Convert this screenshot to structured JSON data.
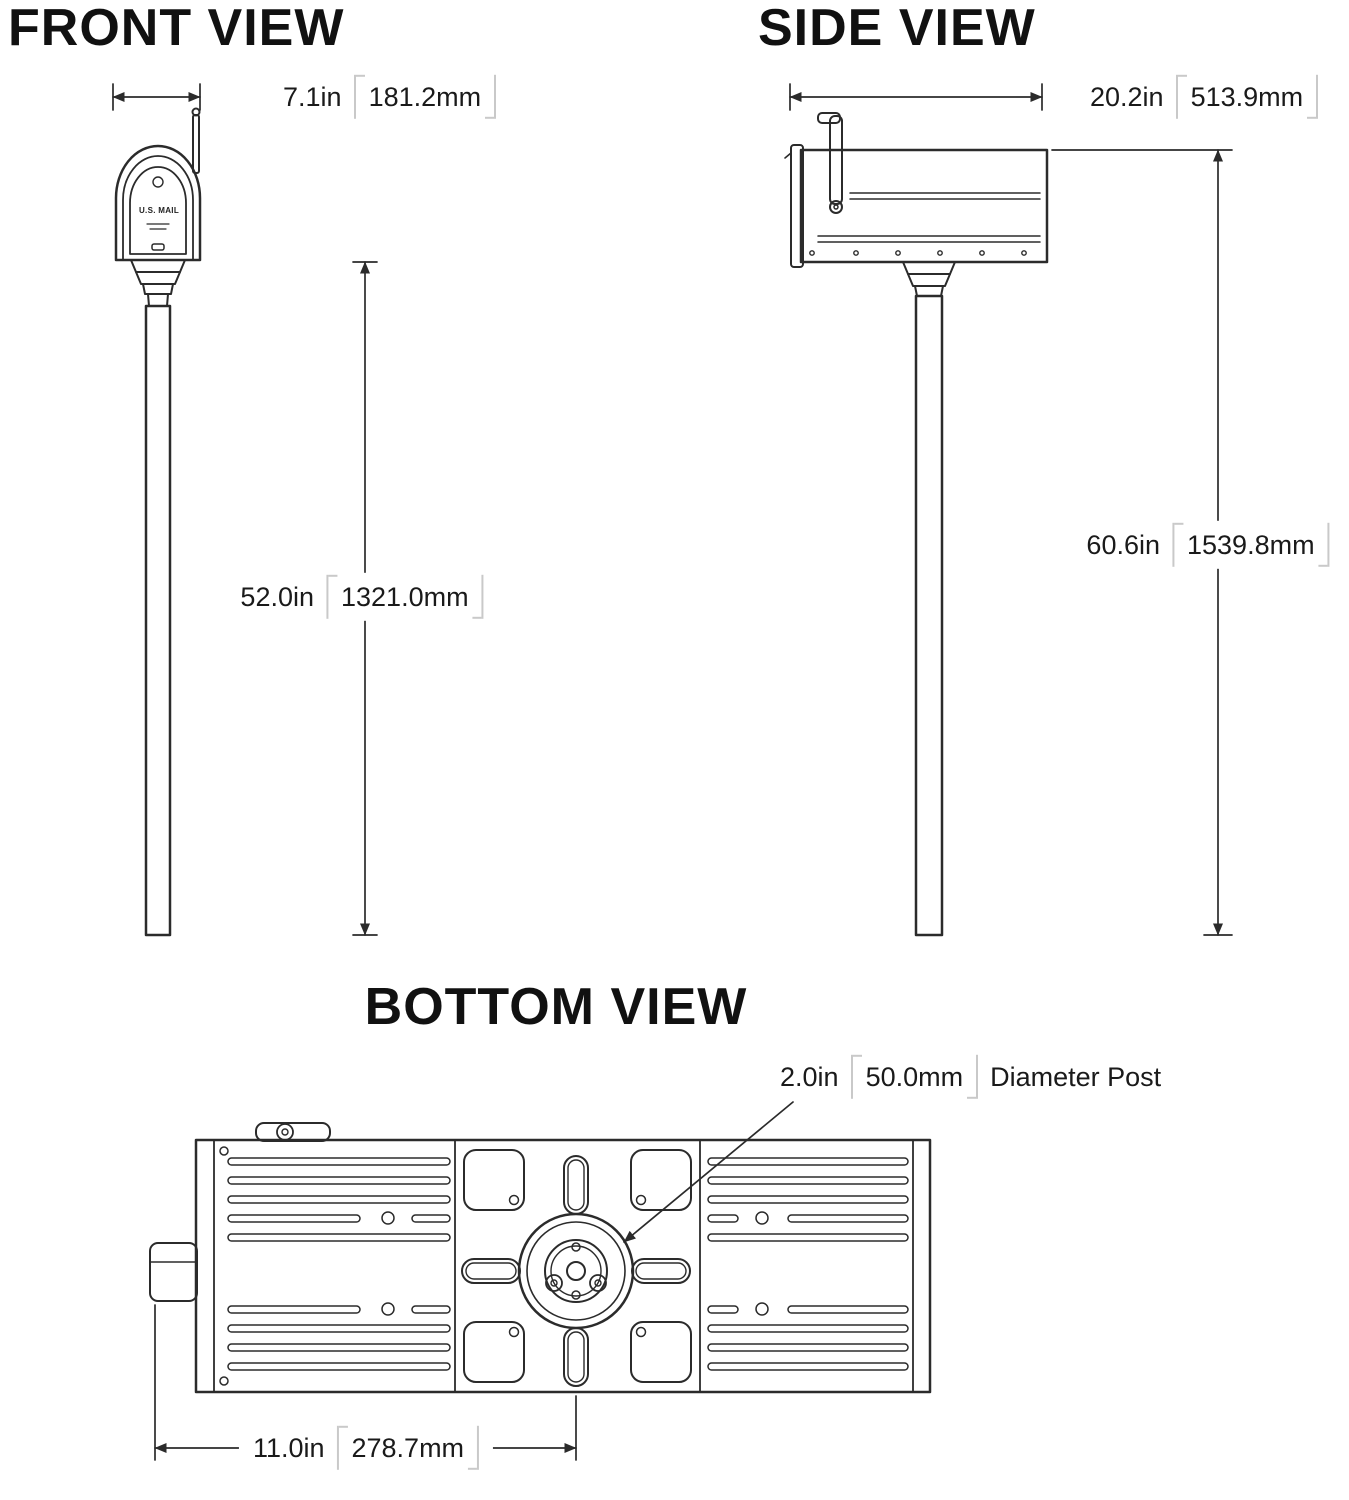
{
  "page": {
    "background": "#ffffff",
    "line_color": "#2b2b2b",
    "bracket_color": "#c9c9c9"
  },
  "views": {
    "front": {
      "title": "FRONT VIEW",
      "width": {
        "in": "7.1in",
        "mm": "181.2mm"
      },
      "height": {
        "in": "52.0in",
        "mm": "1321.0mm"
      },
      "mailbox_door_text": "U.S. MAIL"
    },
    "side": {
      "title": "SIDE VIEW",
      "width": {
        "in": "20.2in",
        "mm": "513.9mm"
      },
      "height": {
        "in": "60.6in",
        "mm": "1539.8mm"
      }
    },
    "bottom": {
      "title": "BOTTOM VIEW",
      "post_diameter": {
        "in": "2.0in",
        "mm": "50.0mm",
        "label": "Diameter Post"
      },
      "width": {
        "in": "11.0in",
        "mm": "278.7mm"
      }
    }
  }
}
